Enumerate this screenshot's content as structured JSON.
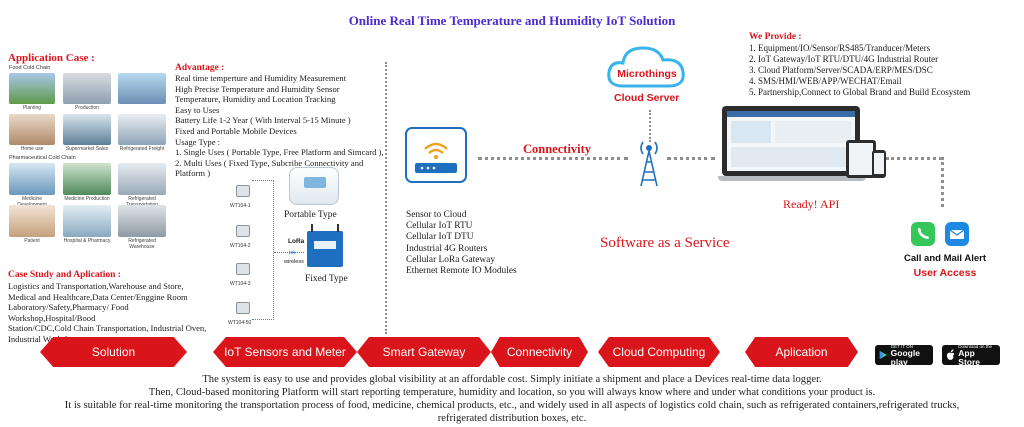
{
  "title": "Online Real Time Temperature and Humidity IoT Solution",
  "application_case": {
    "heading": "Application Case :",
    "food_chain_label": "Food Cold Chain",
    "pharma_chain_label": "Pharmaceutical Cold Chain",
    "row1": [
      "Planting",
      "Production",
      ""
    ],
    "row2": [
      "Home use",
      "Supermarket Sales",
      "Refrigerated Freight"
    ],
    "row3": [
      "Medicine Development",
      "Medicine Production",
      "Refrigerated Transportation"
    ],
    "row4": [
      "Patient",
      "Hospital & Pharmacy",
      "Refrigerated Warehouse"
    ]
  },
  "advantage": {
    "heading": "Advantage :",
    "lines": [
      "Real time temperture and Humidity Measurement",
      "High Precise Temperature and Humidity Sensor",
      "Temperature, Humidity and Location Tracking",
      "Easy to Uses",
      "Battery Life 1-2 Year ( With Interval 5-15 Minute )",
      "Fixed and Portable Mobile Devices",
      "Usage Type :",
      "1. Single Uses ( Portable Type, Free Platform and Simcard ),",
      "2. Multi Uses  ( Fixed Type, Subcribe Connectivity and Platform )"
    ]
  },
  "case_study": {
    "heading": "Case Study and Aplication :",
    "lines": [
      "Logistics and Transportation,Warehouse and Store,",
      "Medical and Healthcare,Data Center/Enggine Room",
      "Laboratory/Safety,Pharmacy/ Food Workshop,Hospital/Bood",
      "Station/CDC,Cold Chain Transportation, Industrial Oven,",
      "Industrial Workshop, etc"
    ]
  },
  "devices": {
    "portable_label": "Portable Type",
    "fixed_label": "Fixed Type",
    "lora_label": "LoRa",
    "wireless_label": "wireless",
    "sensor_labels": [
      "WT104-1",
      "WT104-2",
      "WT104-3",
      "WT104-50"
    ]
  },
  "gateway": {
    "lines": [
      "Sensor to Cloud",
      "Cellular IoT RTU",
      "Cellular IoT DTU",
      "Industrial 4G Routers",
      "Cellular LoRa Gateway",
      "Ethernet Remote IO Modules"
    ]
  },
  "connectivity_label": "Connectivity",
  "saas_label": "Software as a  Service",
  "cloud": {
    "brand": "Microthings",
    "label": "Cloud Server"
  },
  "we_provide": {
    "heading": "We Provide :",
    "lines": [
      "1. Equipment/IO/Sensor/RS485/Tranducer/Meters",
      "2. IoT Gateway/IoT RTU/DTU/4G Industrial Router",
      "3. Cloud Platform/Server/SCADA/ERP/MES/DSC",
      "4. SMS/HMI/WEB/APP/WECHAT/Email",
      "5. Partnership,Connect to Global Brand and Build Ecosystem"
    ]
  },
  "ready_api": "Ready! API",
  "alerts": {
    "call_mail": "Call and Mail Alert",
    "user_access": "User Access"
  },
  "pills": [
    "Solution",
    "IoT Sensors  and Meter",
    "Smart Gateway",
    "Connectivity",
    "Cloud Computing",
    "Aplication"
  ],
  "stores": {
    "google_small": "GET IT ON",
    "google_big": "Google play",
    "apple_small": "Download on the",
    "apple_big": "App Store"
  },
  "bottom_lines": [
    "The system is easy to use and provides global visibility at an affordable cost. Simply initiate a shipment and place a Devices real-time data logger.",
    "Then, Cloud-based monitoring Platform will start reporting temperature, humidity and location, so you will always know where and under what conditions your product is.",
    "It is suitable for real-time monitoring the transportation process of food, medicine, chemical products, etc., and widely used in all aspects of logistics cold chain, such as refrigerated containers,refrigerated trucks,",
    "refrigerated distribution boxes, etc."
  ],
  "colors": {
    "accent_red": "#d9151b",
    "title_purple": "#4a2bd0",
    "cloud_blue": "#39b4ea",
    "gateway_blue": "#1f6fc0"
  }
}
